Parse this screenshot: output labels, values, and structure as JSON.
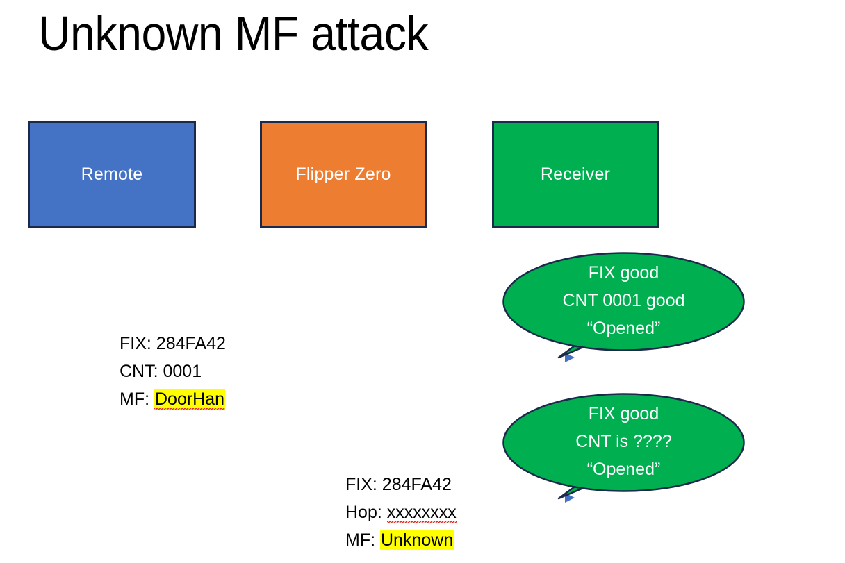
{
  "slide": {
    "title": "Unknown MF attack",
    "background": "#ffffff"
  },
  "colors": {
    "remote_fill": "#4472C4",
    "flipper_fill": "#ED7D31",
    "receiver_fill": "#00B050",
    "box_border": "#1B2A4A",
    "lifeline": "#4472C4",
    "arrow": "#4472C4",
    "bubble_fill": "#00B050",
    "bubble_border": "#1B2A4A",
    "highlight": "#FFFF00",
    "spellcheck_underline": "#E03020",
    "text_dark": "#000000",
    "text_light": "#FFFFFF"
  },
  "actors": [
    {
      "id": "remote",
      "label": "Remote"
    },
    {
      "id": "flipper",
      "label": "Flipper Zero"
    },
    {
      "id": "receiver",
      "label": "Receiver"
    }
  ],
  "messages": [
    {
      "id": "msg1",
      "from": "remote",
      "to": "receiver",
      "lines": [
        {
          "label": "FIX: ",
          "value": "284FA42",
          "highlight": false,
          "spellcheck": false
        },
        {
          "label": "CNT: ",
          "value": "0001",
          "highlight": false,
          "spellcheck": false
        },
        {
          "label": "MF: ",
          "value": "DoorHan",
          "highlight": true,
          "spellcheck": true
        }
      ]
    },
    {
      "id": "msg2",
      "from": "flipper",
      "to": "receiver",
      "lines": [
        {
          "label": "FIX: ",
          "value": "284FA42",
          "highlight": false,
          "spellcheck": false
        },
        {
          "label": "Hop: ",
          "value": "xxxxxxxx",
          "highlight": false,
          "spellcheck": true
        },
        {
          "label": "MF: ",
          "value": "Unknown",
          "highlight": true,
          "spellcheck": false
        }
      ]
    }
  ],
  "callouts": [
    {
      "id": "callout1",
      "line1": "FIX good",
      "line2": "CNT 0001 good",
      "line3": "“Opened”"
    },
    {
      "id": "callout2",
      "line1": "FIX good",
      "line2": "CNT is ????",
      "line3": "“Opened”"
    }
  ]
}
